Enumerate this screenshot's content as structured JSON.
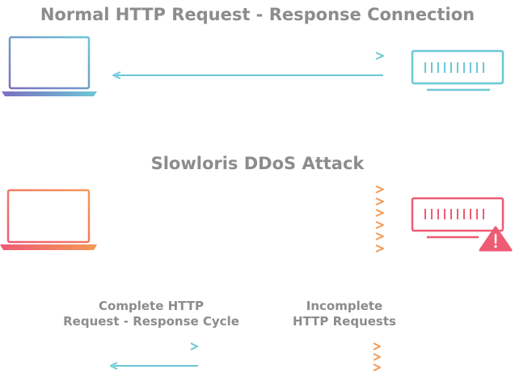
{
  "normal": {
    "title": "Normal HTTP Request - Response Connection"
  },
  "attack": {
    "title": "Slowloris DDoS Attack"
  },
  "legend": {
    "complete": {
      "line1": "Complete HTTP",
      "line2": "Request - Response Cycle"
    },
    "incomplete": {
      "line1": "Incomplete",
      "line2": "HTTP Requests"
    }
  },
  "colors": {
    "title_gray": "#8c8c8c",
    "purple": "#7a6fc1",
    "cyan": "#6cc7d6",
    "pink": "#ee5b73",
    "orange": "#f39a57"
  },
  "icons": {
    "client": "laptop-icon",
    "server": "server-icon",
    "warning": "warning-triangle-icon"
  }
}
